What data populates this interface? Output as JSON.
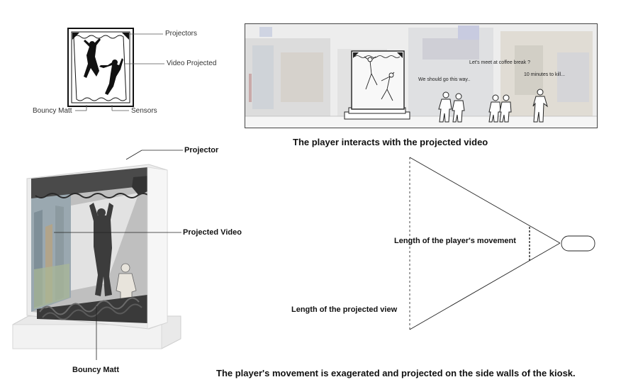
{
  "small_diagram": {
    "projectors_label": "Projectors",
    "video_projected_label": "Video Projected",
    "bouncy_matt_label": "Bouncy Matt",
    "sensors_label": "Sensors"
  },
  "scene": {
    "bubble_coffee": "Let's meet at coffee break ?",
    "bubble_go": "We should go this way..",
    "bubble_kill": "10 minutes to kill...",
    "caption": "The player interacts with the projected video"
  },
  "kiosk": {
    "projector_label": "Projector",
    "projected_video_label": "Projected Video",
    "bouncy_matt_label": "Bouncy Matt"
  },
  "projection": {
    "movement_label": "Length of the player's movement",
    "view_label": "Length of the projected view"
  },
  "bottom_caption": "The player's movement is exagerated and projected on the side walls of the kiosk."
}
